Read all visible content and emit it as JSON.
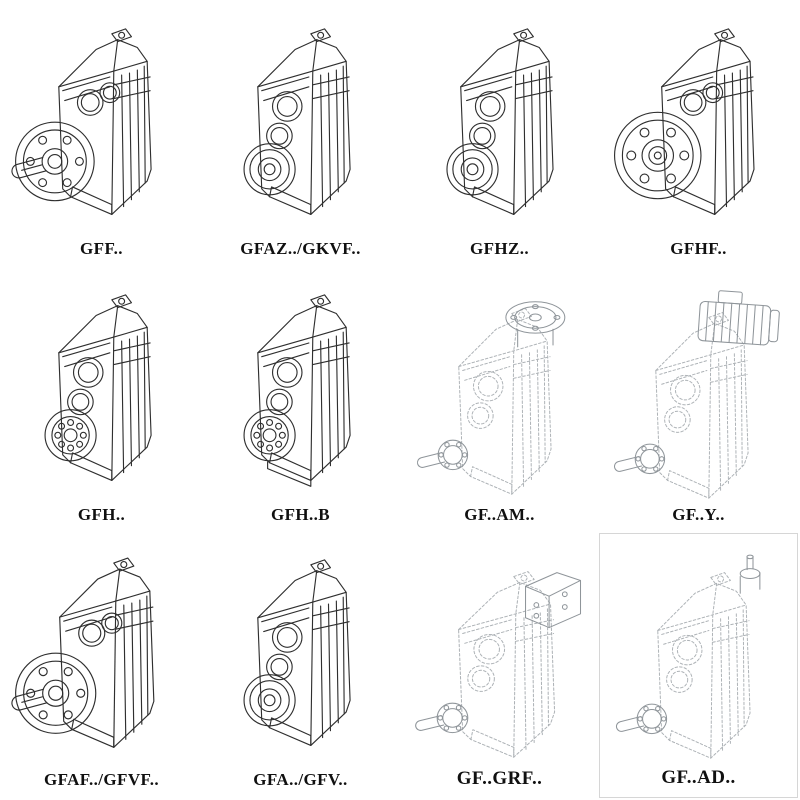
{
  "page": {
    "background": "#ffffff",
    "line_color": "#2f2f2f",
    "faded_line_color": "#adb2b6",
    "attachment_line_color": "#8f959a"
  },
  "cells": [
    {
      "id": "gff",
      "label": "GFF..",
      "style": "solid",
      "drawing": "parallel-shaft-gearbox-output-flange-with-shaft"
    },
    {
      "id": "gfaz-gkvf",
      "label": "GFAZ../GKVF..",
      "style": "solid",
      "drawing": "parallel-shaft-gearbox-hollow-bore"
    },
    {
      "id": "gfhz",
      "label": "GFHZ..",
      "style": "solid",
      "drawing": "parallel-shaft-gearbox-hollow-bore"
    },
    {
      "id": "gfhf",
      "label": "GFHF..",
      "style": "solid",
      "drawing": "parallel-shaft-gearbox-front-flange"
    },
    {
      "id": "gfh",
      "label": "GFH..",
      "style": "solid",
      "drawing": "parallel-shaft-gearbox-bearing-bore"
    },
    {
      "id": "gfh-b",
      "label": "GFH..B",
      "style": "solid",
      "drawing": "parallel-shaft-gearbox-bearing-bore-base"
    },
    {
      "id": "gf-am",
      "label": "GF..AM..",
      "style": "faded",
      "drawing": "gearbox-with-top-input-flange-adapter"
    },
    {
      "id": "gf-y",
      "label": "GF..Y..",
      "style": "faded",
      "drawing": "gearbox-with-top-mounted-motor"
    },
    {
      "id": "gfaf-gfvf",
      "label": "GFAF../GFVF..",
      "style": "solid",
      "drawing": "parallel-shaft-gearbox-output-flange-with-shaft"
    },
    {
      "id": "gfa-gfv",
      "label": "GFA../GFV..",
      "style": "solid",
      "drawing": "parallel-shaft-gearbox-hollow-bore"
    },
    {
      "id": "gf-grf",
      "label": "GF..GRF..",
      "style": "faded",
      "drawing": "gearbox-with-side-adapter-box"
    },
    {
      "id": "gf-ad",
      "label": "GF..AD..",
      "style": "faded",
      "drawing": "gearbox-with-top-input-shaft-stub"
    }
  ]
}
